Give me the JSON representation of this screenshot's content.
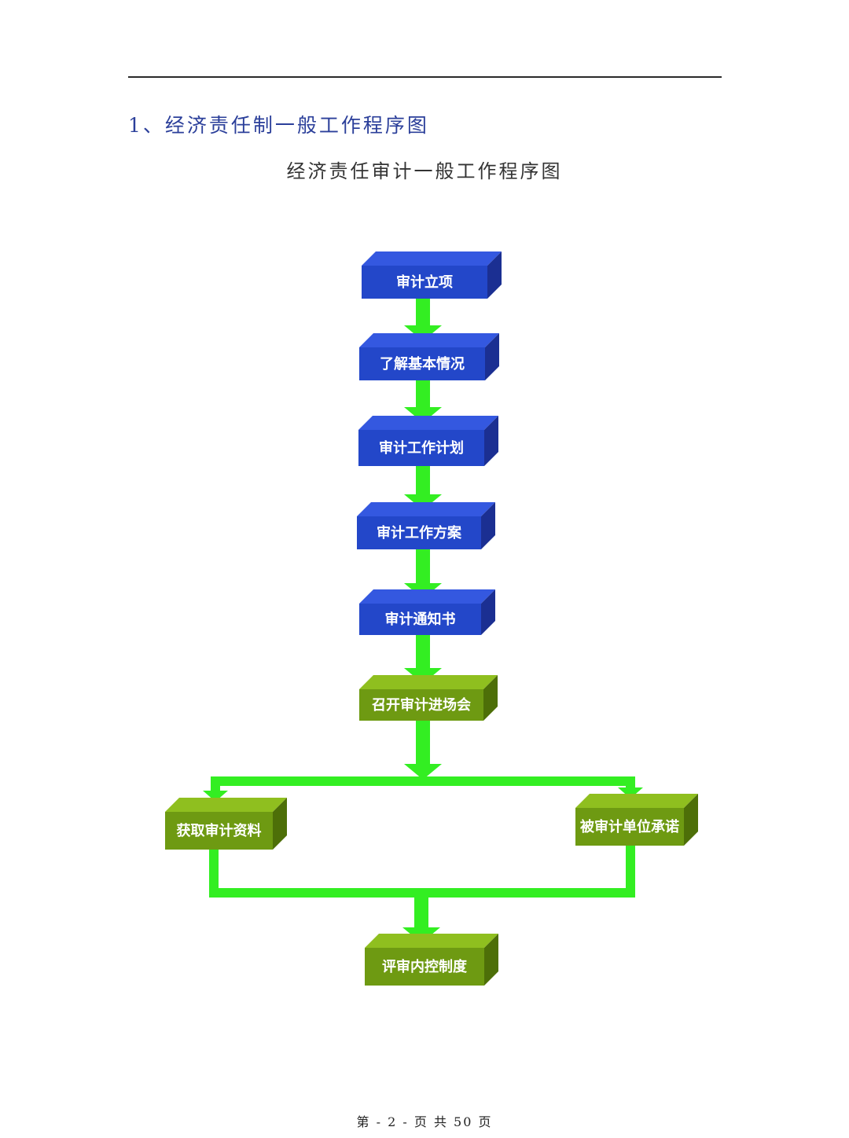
{
  "header": {
    "section_heading": "1、经济责任制一般工作程序图"
  },
  "diagram": {
    "title": "经济责任审计一般工作程序图",
    "colors": {
      "blue_box_front": "#2347c9",
      "blue_box_top": "#3458e0",
      "blue_box_side": "#1b2f92",
      "green_box_front": "#6e9a12",
      "green_box_top": "#8fbf1f",
      "green_box_side": "#4d6f08",
      "connector": "#33ee22"
    },
    "nodes": [
      {
        "id": "n1",
        "label": "审计立项",
        "style": "blue"
      },
      {
        "id": "n2",
        "label": "了解基本情况",
        "style": "blue"
      },
      {
        "id": "n3",
        "label": "审计工作计划",
        "style": "blue"
      },
      {
        "id": "n4",
        "label": "审计工作方案",
        "style": "blue"
      },
      {
        "id": "n5",
        "label": "审计通知书",
        "style": "blue"
      },
      {
        "id": "n6",
        "label": "召开审计进场会",
        "style": "green"
      },
      {
        "id": "n7",
        "label": "获取审计资料",
        "style": "green"
      },
      {
        "id": "n8",
        "label": "被审计单位承诺",
        "style": "green"
      },
      {
        "id": "n9",
        "label": "评审内控制度",
        "style": "green"
      }
    ],
    "edges": [
      {
        "from": "n1",
        "to": "n2"
      },
      {
        "from": "n2",
        "to": "n3"
      },
      {
        "from": "n3",
        "to": "n4"
      },
      {
        "from": "n4",
        "to": "n5"
      },
      {
        "from": "n5",
        "to": "n6"
      },
      {
        "from": "n6",
        "to": "n7"
      },
      {
        "from": "n6",
        "to": "n8"
      },
      {
        "from": "n7",
        "to": "n9"
      },
      {
        "from": "n8",
        "to": "n9"
      }
    ]
  },
  "footer": {
    "page_label": "第 - 2 - 页 共 50 页"
  }
}
